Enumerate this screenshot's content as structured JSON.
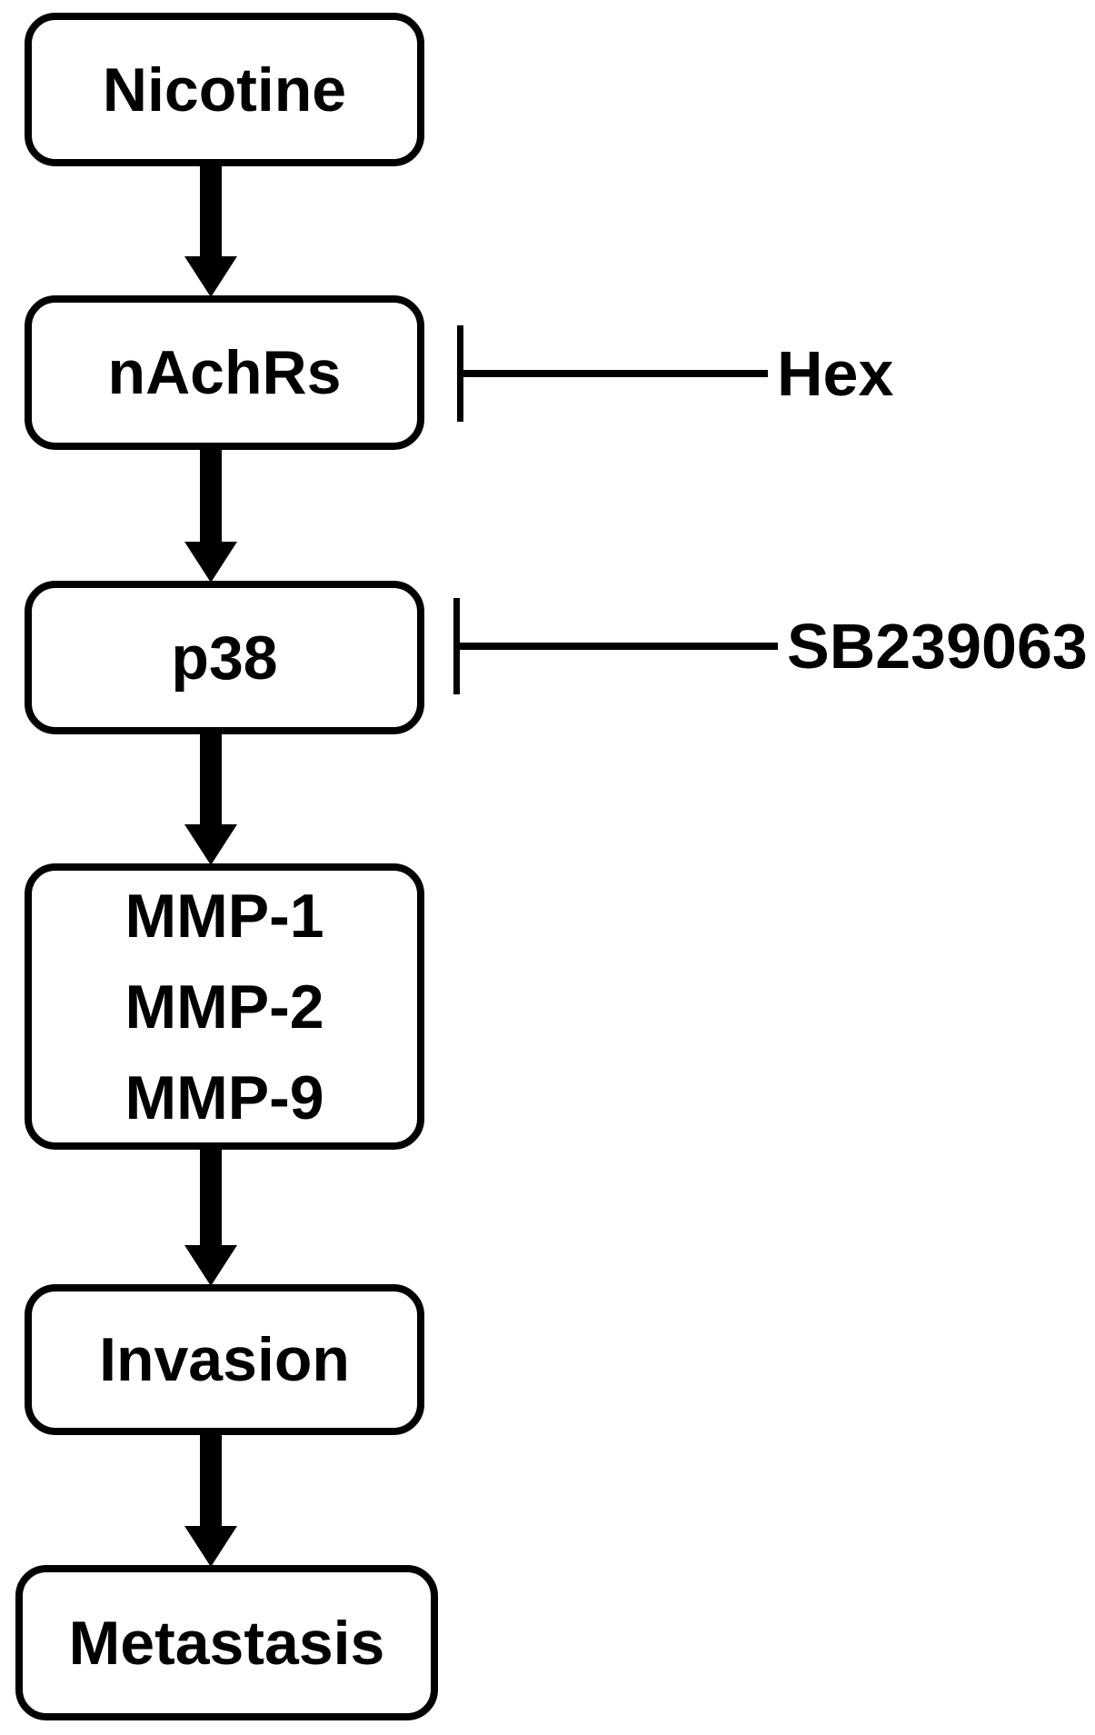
{
  "diagram": {
    "background_color": "#ffffff",
    "stroke_color": "#000000",
    "nodes": [
      {
        "id": "nicotine",
        "label": "Nicotine"
      },
      {
        "id": "nachrs",
        "label": "nAchRs"
      },
      {
        "id": "p38",
        "label": "p38"
      },
      {
        "id": "mmp",
        "lines": [
          "MMP-1",
          "MMP-2",
          "MMP-9"
        ]
      },
      {
        "id": "invasion",
        "label": "Invasion"
      },
      {
        "id": "metastasis",
        "label": "Metastasis"
      }
    ],
    "edges": [
      {
        "from": "Nicotine",
        "to": "nAchRs",
        "type": "arrow"
      },
      {
        "from": "nAchRs",
        "to": "p38",
        "type": "arrow"
      },
      {
        "from": "p38",
        "to": "MMP-1 MMP-2 MMP-9",
        "type": "arrow"
      },
      {
        "from": "MMP-1 MMP-2 MMP-9",
        "to": "Invasion",
        "type": "arrow"
      },
      {
        "from": "Invasion",
        "to": "Metastasis",
        "type": "arrow"
      }
    ],
    "inhibitors": [
      {
        "label": "Hex",
        "target": "nAchRs",
        "type": "inhibition-tbar"
      },
      {
        "label": "SB239063",
        "target": "p38",
        "type": "inhibition-tbar"
      }
    ]
  }
}
